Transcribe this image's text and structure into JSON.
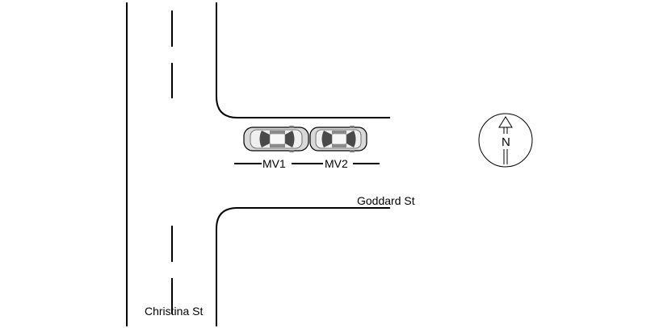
{
  "streets": {
    "vertical_name": "Christina St",
    "horizontal_name": "Goddard St"
  },
  "vehicles": [
    {
      "label": "MV1"
    },
    {
      "label": "MV2"
    }
  ],
  "compass": {
    "letter": "N"
  },
  "colors": {
    "line": "#000000",
    "car_body": "#d9d9d9",
    "car_window": "#4a4a4a"
  }
}
